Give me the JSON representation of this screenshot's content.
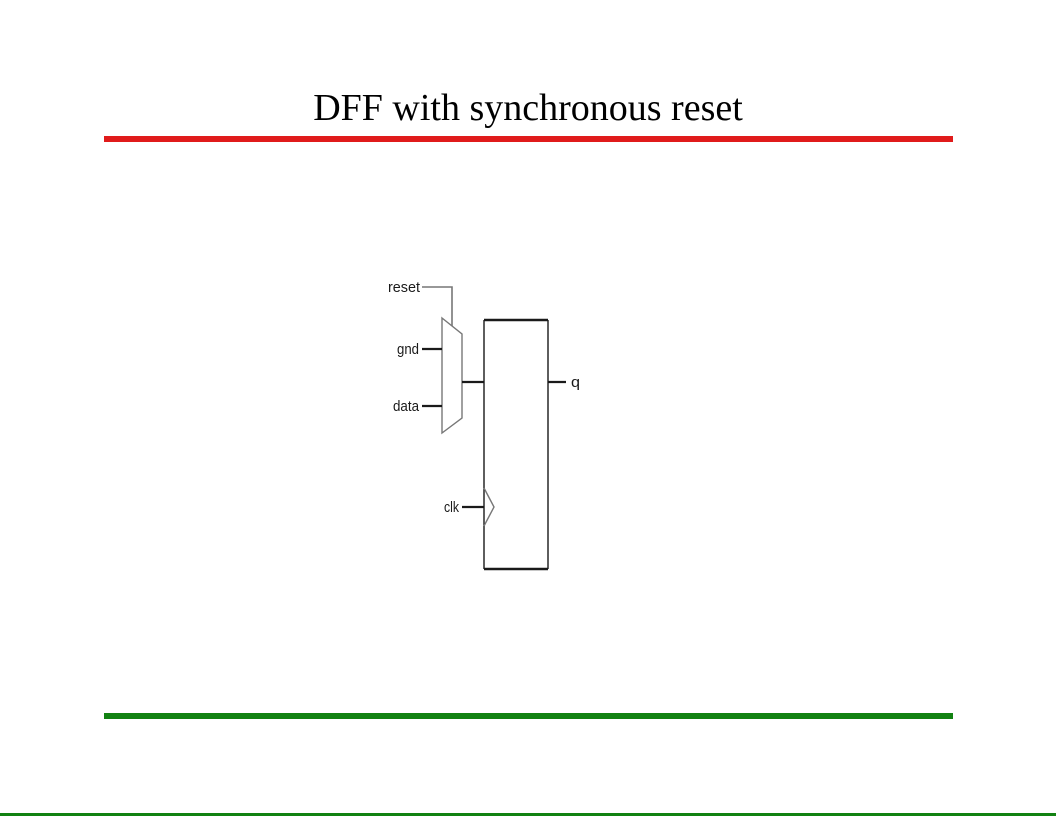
{
  "slide": {
    "title": "DFF with synchronous reset"
  },
  "diagram": {
    "labels": {
      "reset": "reset",
      "gnd": "gnd",
      "data": "data",
      "clk": "clk",
      "q": "q"
    }
  },
  "colors": {
    "top_rule": "#e01b1b",
    "bottom_rule": "#128212",
    "wire": "#1a1a1a",
    "reset_wire": "#777777"
  }
}
